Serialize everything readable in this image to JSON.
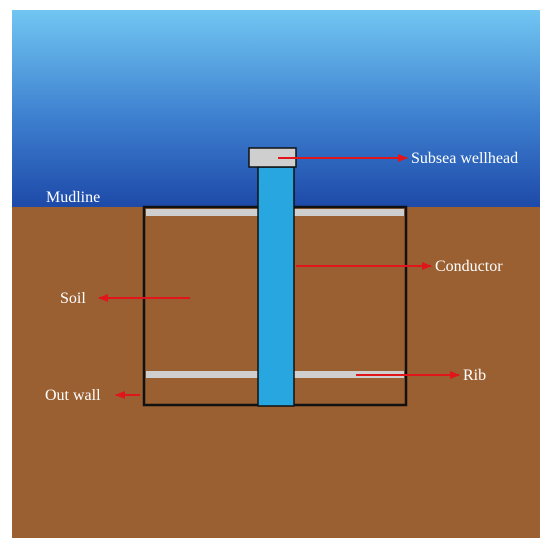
{
  "labels": {
    "mudline": "Mudline",
    "subsea_wellhead": "Subsea wellhead",
    "conductor": "Conductor",
    "soil": "Soil",
    "rib": "Rib",
    "out_wall": "Out wall"
  },
  "colors": {
    "sky_top": "#6fc4f0",
    "sky_bottom": "#1f4fae",
    "soil": "#9a6031",
    "conductor": "#27a6df",
    "rib": "#cfcfcf",
    "wellhead": "#cfcfcf",
    "arrow": "#e0161b",
    "wall": "#111111"
  }
}
